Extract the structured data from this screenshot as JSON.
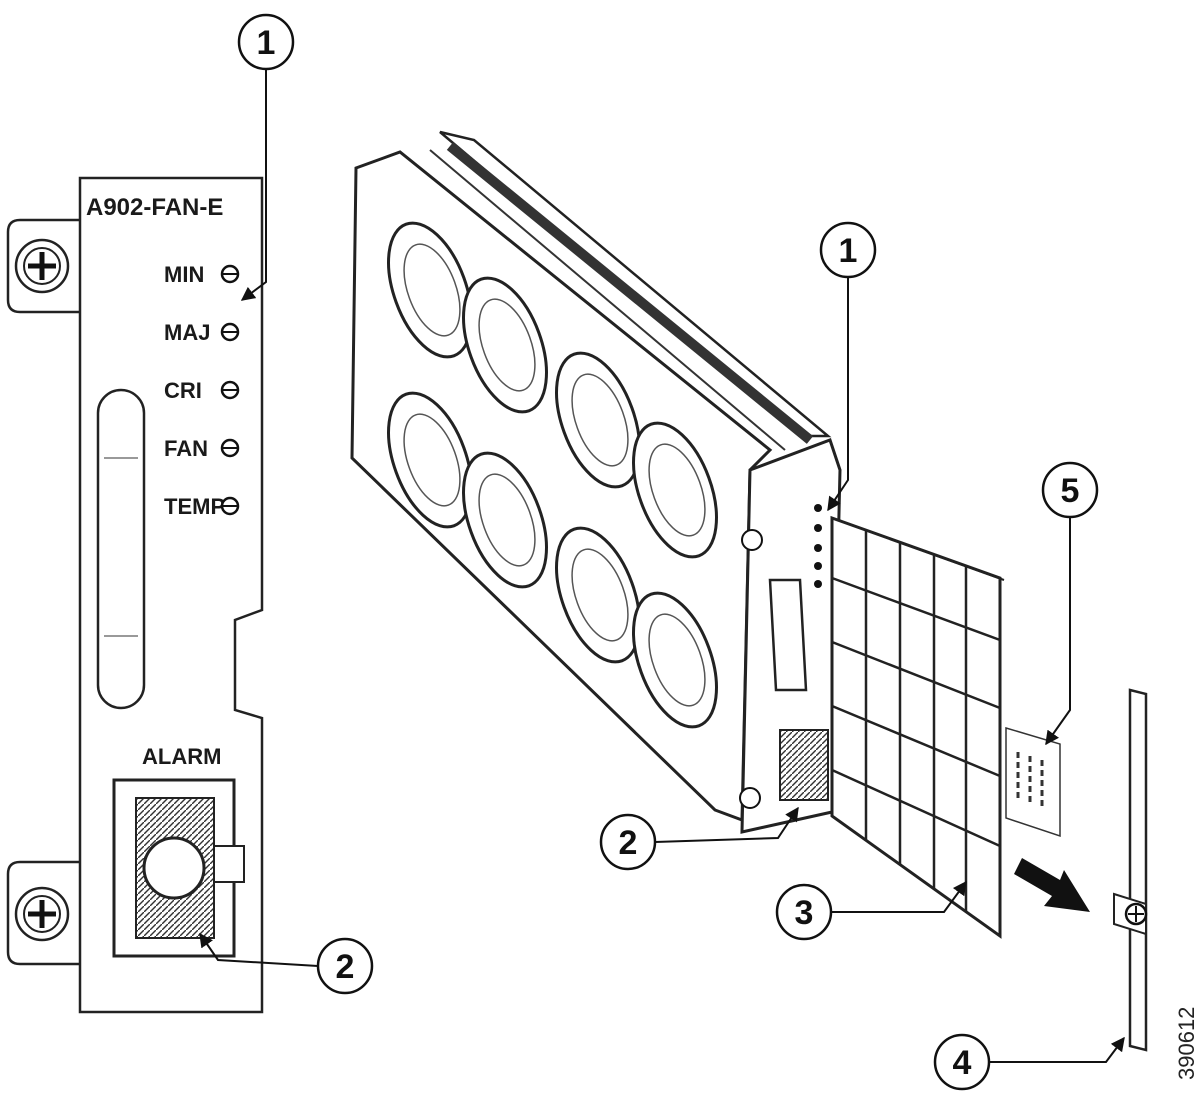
{
  "figure_id": "390612",
  "front_panel": {
    "model": "A902-FAN-E",
    "leds": [
      {
        "label": "MIN"
      },
      {
        "label": "MAJ"
      },
      {
        "label": "CRI"
      },
      {
        "label": "FAN"
      },
      {
        "label": "TEMP"
      }
    ],
    "alarm_label": "ALARM"
  },
  "callouts": {
    "panel_leds": "1",
    "panel_alarm": "2",
    "iso_leds": "1",
    "iso_alarm": "2",
    "filter": "3",
    "bracket": "4",
    "filter_label": "5"
  }
}
